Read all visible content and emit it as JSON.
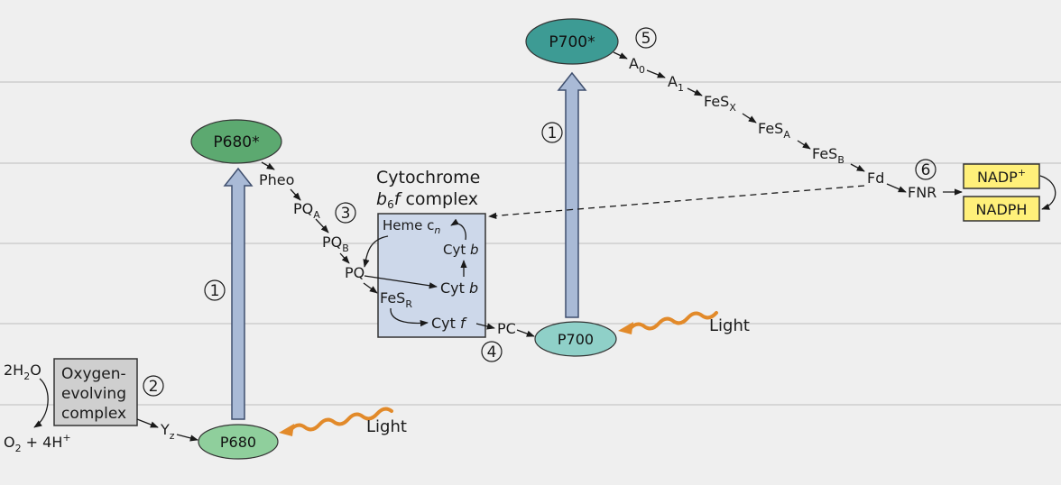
{
  "colors": {
    "background": "#efefef",
    "gridline": "#bdbdbd",
    "arrow_blue": "#a9bad6",
    "cyt_box": "#cdd8ea",
    "oec_box": "#cfcfcf",
    "nadp_box": "#fff07a",
    "p680": "#8fcf9c",
    "p680_star": "#5ca970",
    "p700": "#8fd0c8",
    "p700_star": "#3d9b94",
    "light": "#e28a2a"
  },
  "nodes": {
    "p680_star": "P680*",
    "p680": "P680",
    "p700_star": "P700*",
    "p700": "P700",
    "pheo": "Pheo",
    "pq_a": {
      "base": "PQ",
      "sub": "A"
    },
    "pq_b": {
      "base": "PQ",
      "sub": "B"
    },
    "pq": "PQ",
    "fes_r": {
      "base": "FeS",
      "sub": "R"
    },
    "cyt_f": {
      "base": "Cyt ",
      "italic": "f"
    },
    "cyt_b_lower": {
      "base": "Cyt ",
      "italic": "b"
    },
    "cyt_b_upper": {
      "base": "Cyt ",
      "italic": "b"
    },
    "heme": {
      "base": "Heme c",
      "sub": "n"
    },
    "pc": "PC",
    "a0": {
      "base": "A",
      "sub": "0"
    },
    "a1": {
      "base": "A",
      "sub": "1"
    },
    "fes_x": {
      "base": "FeS",
      "sub": "X"
    },
    "fes_a": {
      "base": "FeS",
      "sub": "A"
    },
    "fes_b": {
      "base": "FeS",
      "sub": "B"
    },
    "fd": "Fd",
    "fnr": "FNR",
    "nadp": {
      "base": "NADP",
      "sup": "+"
    },
    "nadph": "NADPH",
    "yz": {
      "base": "Y",
      "sub": "z"
    },
    "water": {
      "pre": "2H",
      "sub": "2",
      "post": "O"
    },
    "o2": {
      "pre": "O",
      "sub": "2",
      "post": " + 4H",
      "sup": "+"
    },
    "oec_lines": [
      "Oxygen-",
      "evolving",
      "complex"
    ],
    "cyt_title_line1": "Cytochrome",
    "cyt_title_line2": {
      "italic_b": "b",
      "sub": "6",
      "italic_f": "f",
      "rest": " complex"
    },
    "light": "Light"
  },
  "step_numbers": [
    "1",
    "2",
    "3",
    "4",
    "5",
    "6"
  ]
}
